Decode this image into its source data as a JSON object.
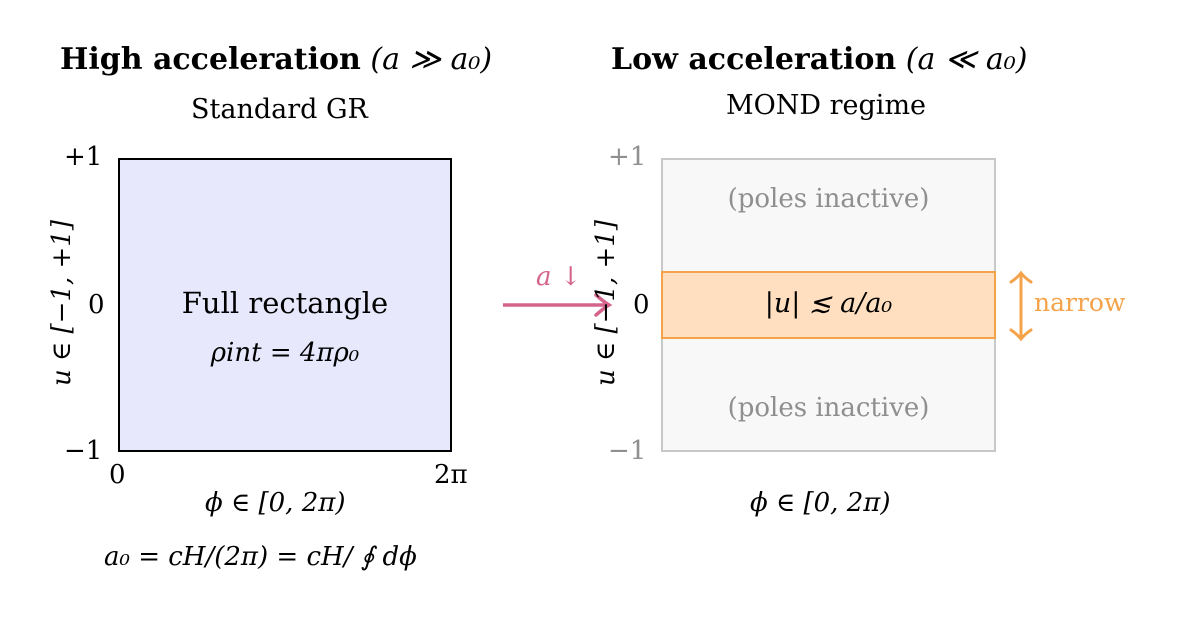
{
  "left_panel": {
    "title_bold": "High acceleration",
    "title_cond": "(a ≫ a₀)",
    "subtitle": "Standard GR",
    "u_top": "+1",
    "u_mid": "0",
    "u_bot": "−1",
    "phi_start": "0",
    "phi_end": "2π",
    "u_axis_label": "u ∈ [−1, +1]",
    "phi_axis_label": "ϕ ∈ [0, 2π)",
    "box_label": "Full rectangle",
    "box_formula": "ρint = 4πρ₀",
    "formula_bottom": "a₀ = cH/(2π) = cH/ ∮ dϕ",
    "box_fill": "#e8e8fd"
  },
  "transition": {
    "label": "a ↓",
    "arrow_color": "#d4648c"
  },
  "right_panel": {
    "title_bold": "Low acceleration",
    "title_cond": "(a ≪ a₀)",
    "subtitle": "MOND regime",
    "u_top": "+1",
    "u_mid": "0",
    "u_bot": "−1",
    "u_axis_label": "u ∈ [−1, +1]",
    "phi_axis_label": "ϕ ∈ [0, 2π)",
    "pole_top": "(poles inactive)",
    "pole_bottom": "(poles inactive)",
    "band_label": "|u| ≲ a/a₀",
    "band_note": "narrow",
    "band_fill": "#ffdfbf",
    "band_stroke": "#f5a34a"
  }
}
